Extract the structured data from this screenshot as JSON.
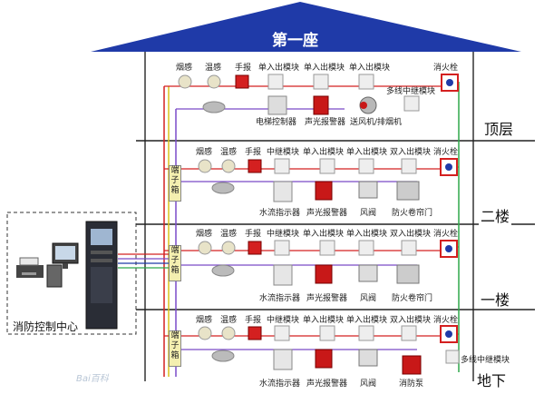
{
  "building": {
    "name": "第一座",
    "floors": [
      "顶层",
      "二楼",
      "一楼",
      "地下"
    ],
    "control_center": "消防控制中心",
    "terminal_box": "端子箱",
    "watermark": "Bai百科"
  },
  "floors": {
    "top": {
      "row": [
        "烟感",
        "温感",
        "手报",
        "单入出模块",
        "单入出模块",
        "单入出模块",
        "消火栓"
      ],
      "relay": "多线中继模块",
      "devices": [
        "电梯控制器",
        "声光报警器",
        "送风机/排烟机"
      ]
    },
    "second": {
      "row": [
        "烟感",
        "温感",
        "手报",
        "中继模块",
        "单入出模块",
        "单入出模块",
        "双入出模块",
        "消火栓"
      ],
      "devices": [
        "水流指示器",
        "声光报警器",
        "风阀",
        "防火卷帘门"
      ]
    },
    "first": {
      "row": [
        "烟感",
        "温感",
        "手报",
        "中继模块",
        "单入出模块",
        "单入出模块",
        "双入出模块",
        "消火栓"
      ],
      "devices": [
        "水流指示器",
        "声光报警器",
        "风阀",
        "防火卷帘门"
      ]
    },
    "basement": {
      "row": [
        "烟感",
        "温感",
        "手报",
        "中继模块",
        "单入出模块",
        "单入出模块",
        "双入出模块",
        "消火栓"
      ],
      "devices": [
        "水流指示器",
        "声光报警器",
        "风阀",
        "消防泵"
      ],
      "relay": "多线中继模块"
    }
  },
  "colors": {
    "roof": "#1f3aa8",
    "red_wire": "#d42020",
    "green_wire": "#2ea84a",
    "purple_wire": "#7a4bc8",
    "yellow_wire": "#d8c21a"
  }
}
